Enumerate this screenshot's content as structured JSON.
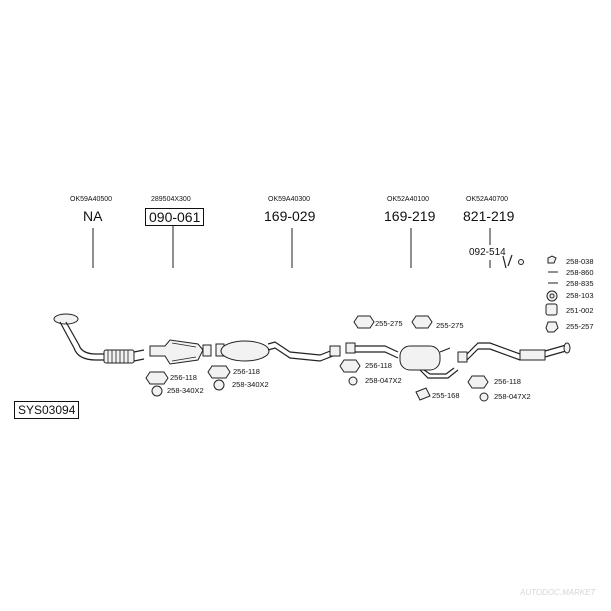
{
  "diagram_id": "SYS03094",
  "columns": [
    {
      "oe": "OK59A40500",
      "part": "NA",
      "boxed": false
    },
    {
      "oe": "289504X300",
      "part": "090-061",
      "boxed": true
    },
    {
      "oe": "OK59A40300",
      "part": "169-029",
      "boxed": false
    },
    {
      "oe": "OK52A40100",
      "part": "169-219",
      "boxed": false
    },
    {
      "oe": "OK52A40700",
      "part": "821-219",
      "boxed": false
    }
  ],
  "side_part": "092-514",
  "legend": [
    "258-038",
    "258-860",
    "258-835",
    "258-103",
    "251-002",
    "255-257"
  ],
  "labels": {
    "l1": "256-118",
    "l2": "258-340X2",
    "l3": "256-118",
    "l4": "258-340X2",
    "l5": "255-275",
    "l6": "255-275",
    "l7": "256-118",
    "l8": "258-047X2",
    "l9": "255-168",
    "l10": "256-118",
    "l11": "258-047X2"
  },
  "watermark": "AUTODOC.MARKET"
}
